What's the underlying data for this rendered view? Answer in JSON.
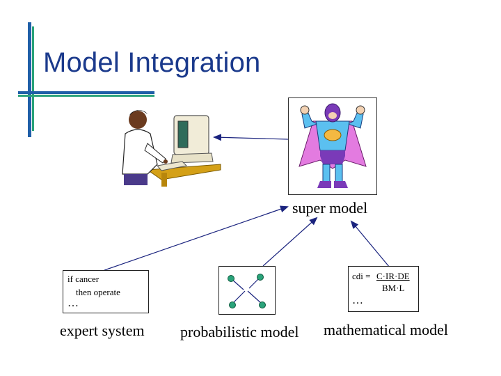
{
  "slide": {
    "title": "Model Integration"
  },
  "super_model": {
    "label": "super model"
  },
  "expert_system": {
    "label": "expert system",
    "rule_line1": "if cancer",
    "rule_line2": "then operate",
    "ellipsis": "…"
  },
  "probabilistic_model": {
    "label": "probabilistic model"
  },
  "mathematical_model": {
    "label": "mathematical model",
    "formula_lhs": "cdi = ",
    "formula_numerator": "C·IR·DE",
    "formula_denominator": "BM·L",
    "ellipsis": "…"
  },
  "colors": {
    "title": "#1b3a8c",
    "accent_bar": "#1f5fa8",
    "accent_line": "#2aa37a",
    "arrow": "#1a237e",
    "node_fill": "#2aa37a"
  }
}
